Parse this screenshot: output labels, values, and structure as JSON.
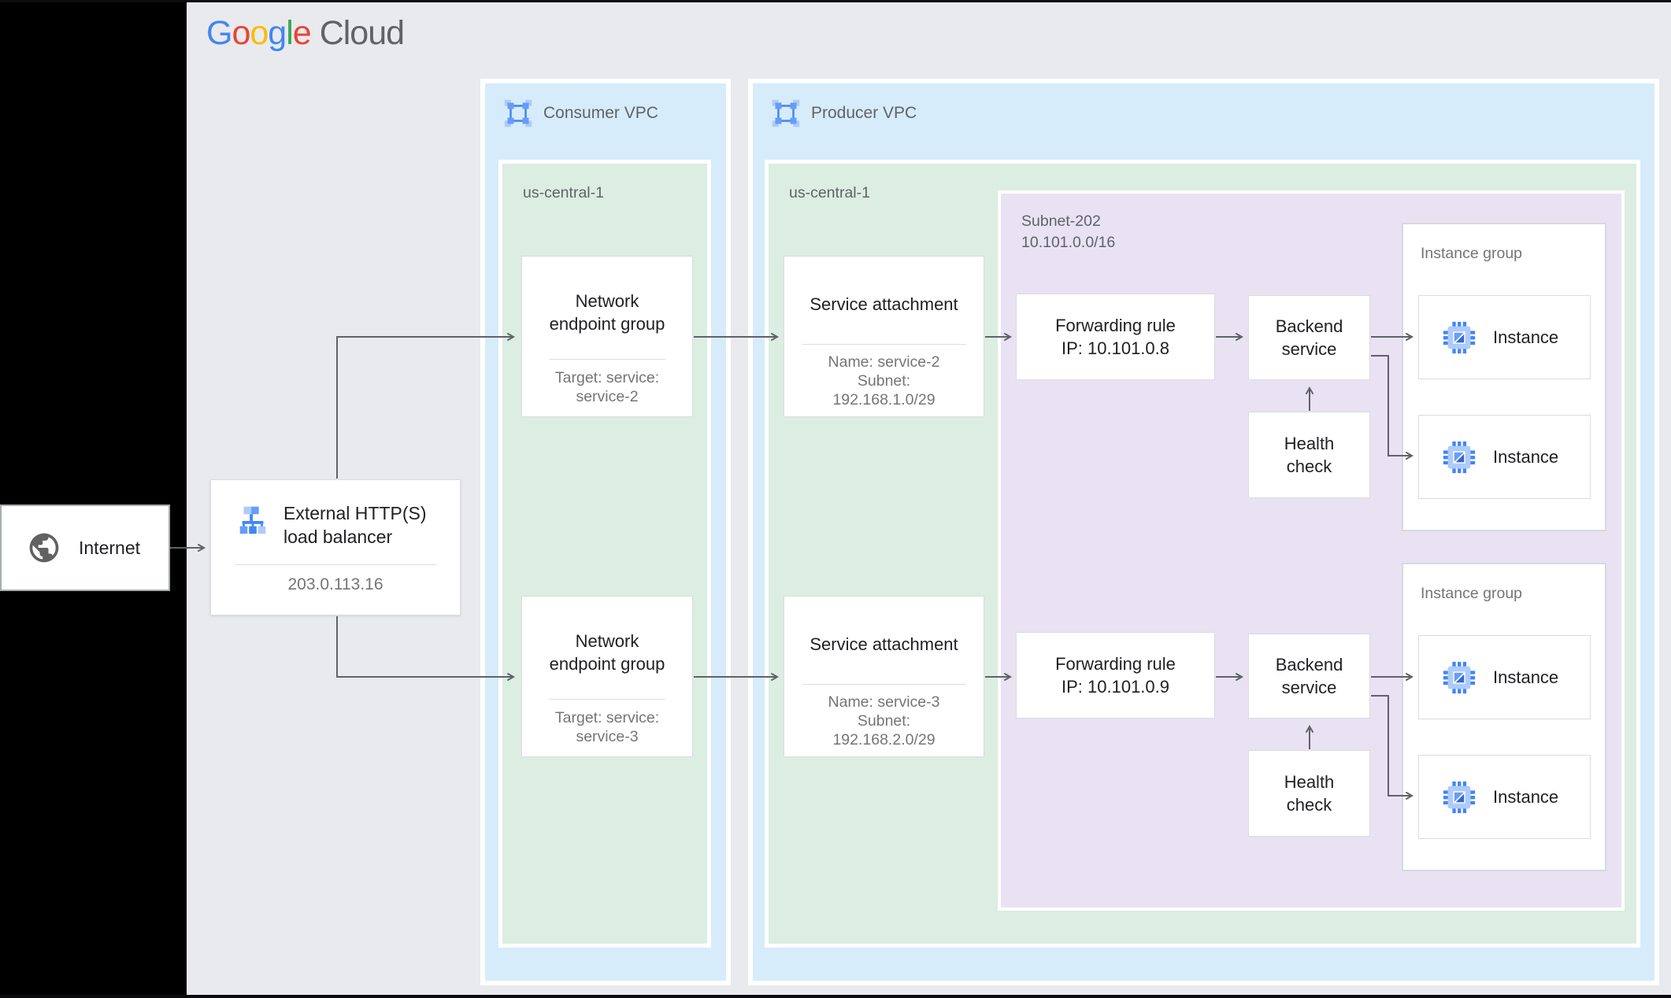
{
  "brand": {
    "google_letters": [
      "G",
      "o",
      "o",
      "g",
      "l",
      "e"
    ],
    "letter_colors": [
      "#4285F4",
      "#EA4335",
      "#FBBC05",
      "#4285F4",
      "#34A853",
      "#EA4335"
    ],
    "cloud_text": "Cloud"
  },
  "colors": {
    "canvas": "#E8EAED",
    "sidebar": "#000000",
    "edge": "#0B0B0D",
    "vpc_bg": "#D7ECFA",
    "region_bg": "#DCEDE1",
    "subnet_bg": "#E9E2F3",
    "node_border": "#DADCE0",
    "internet_border": "#A9ADB2",
    "divider": "#DCDEE1",
    "line": "#5F6368",
    "text_dark": "#202124",
    "text_gray": "#5F6368",
    "text_sub": "#757575",
    "blue": "#4285F4",
    "blue_mid": "#669DF6",
    "blue_light": "#AECBFA",
    "blue_dark": "#3367D6",
    "globe": "#616161",
    "logo_gray": "#5F6368"
  },
  "internet": {
    "label": "Internet"
  },
  "load_balancer": {
    "title_line1": "External HTTP(S)",
    "title_line2": "load balancer",
    "ip": "203.0.113.16"
  },
  "consumer_vpc": {
    "label": "Consumer VPC",
    "region_label": "us-central-1",
    "negs": [
      {
        "title_line1": "Network",
        "title_line2": "endpoint group",
        "sub_line1": "Target: service:",
        "sub_line2": "service-2"
      },
      {
        "title_line1": "Network",
        "title_line2": "endpoint group",
        "sub_line1": "Target: service:",
        "sub_line2": "service-3"
      }
    ]
  },
  "producer_vpc": {
    "label": "Producer VPC",
    "region_label": "us-central-1",
    "subnet_name": "Subnet-202",
    "subnet_cidr": "10.101.0.0/16",
    "service_attachments": [
      {
        "title": "Service attachment",
        "sub_line1": "Name: service-2",
        "sub_line2": "Subnet:",
        "sub_line3": "192.168.1.0/29"
      },
      {
        "title": "Service attachment",
        "sub_line1": "Name: service-3",
        "sub_line2": "Subnet:",
        "sub_line3": "192.168.2.0/29"
      }
    ],
    "forwarding_rules": [
      {
        "line1": "Forwarding rule",
        "line2": "IP: 10.101.0.8"
      },
      {
        "line1": "Forwarding rule",
        "line2": "IP: 10.101.0.9"
      }
    ],
    "backend_services": [
      {
        "line1": "Backend",
        "line2": "service"
      },
      {
        "line1": "Backend",
        "line2": "service"
      }
    ],
    "health_checks": [
      {
        "line1": "Health",
        "line2": "check"
      },
      {
        "line1": "Health",
        "line2": "check"
      }
    ],
    "instance_groups": [
      {
        "label": "Instance group",
        "instances": [
          {
            "label": "Instance"
          },
          {
            "label": "Instance"
          }
        ]
      },
      {
        "label": "Instance group",
        "instances": [
          {
            "label": "Instance"
          },
          {
            "label": "Instance"
          }
        ]
      }
    ]
  }
}
